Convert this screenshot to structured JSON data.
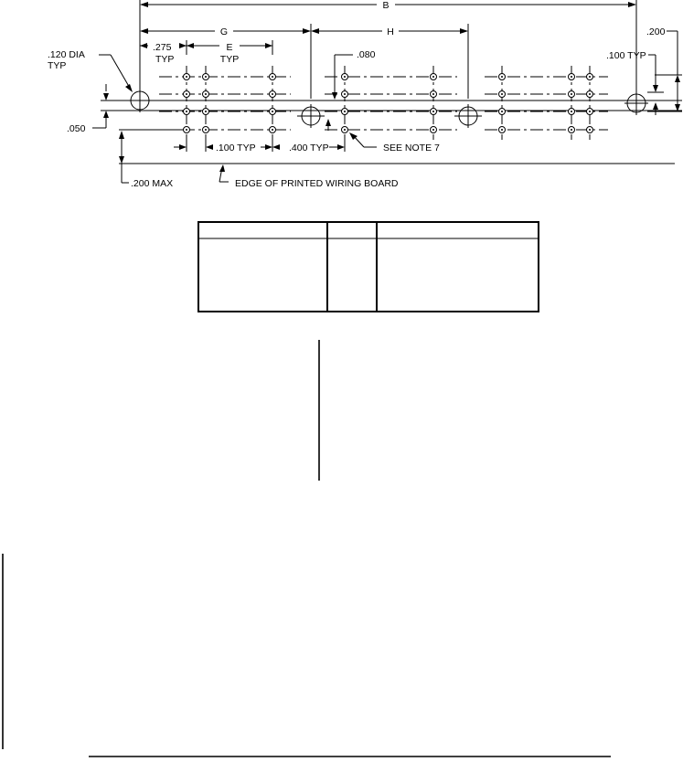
{
  "dimensions": {
    "overall": "B",
    "first_pitch": "G",
    "second_pitch": "H",
    "row_offset": ".275",
    "row_offset_note": "TYP",
    "row_spacing": "E",
    "row_spacing_note": "TYP",
    "mount_hole": ".120 DIA",
    "mount_hole_note": "TYP",
    "top_margin": ".200",
    "hole_pitch": ".100 TYP",
    "small_offset": ".080",
    "bottom_offset": ".050",
    "pin_pitch": ".100 TYP",
    "group_gap": ".400 TYP",
    "max_standoff": ".200 MAX"
  },
  "notes": {
    "see_note": "SEE NOTE 7",
    "board_edge": "EDGE OF PRINTED WIRING BOARD"
  },
  "table": {
    "header": [
      "",
      "",
      ""
    ],
    "row": [
      "",
      "",
      ""
    ]
  }
}
